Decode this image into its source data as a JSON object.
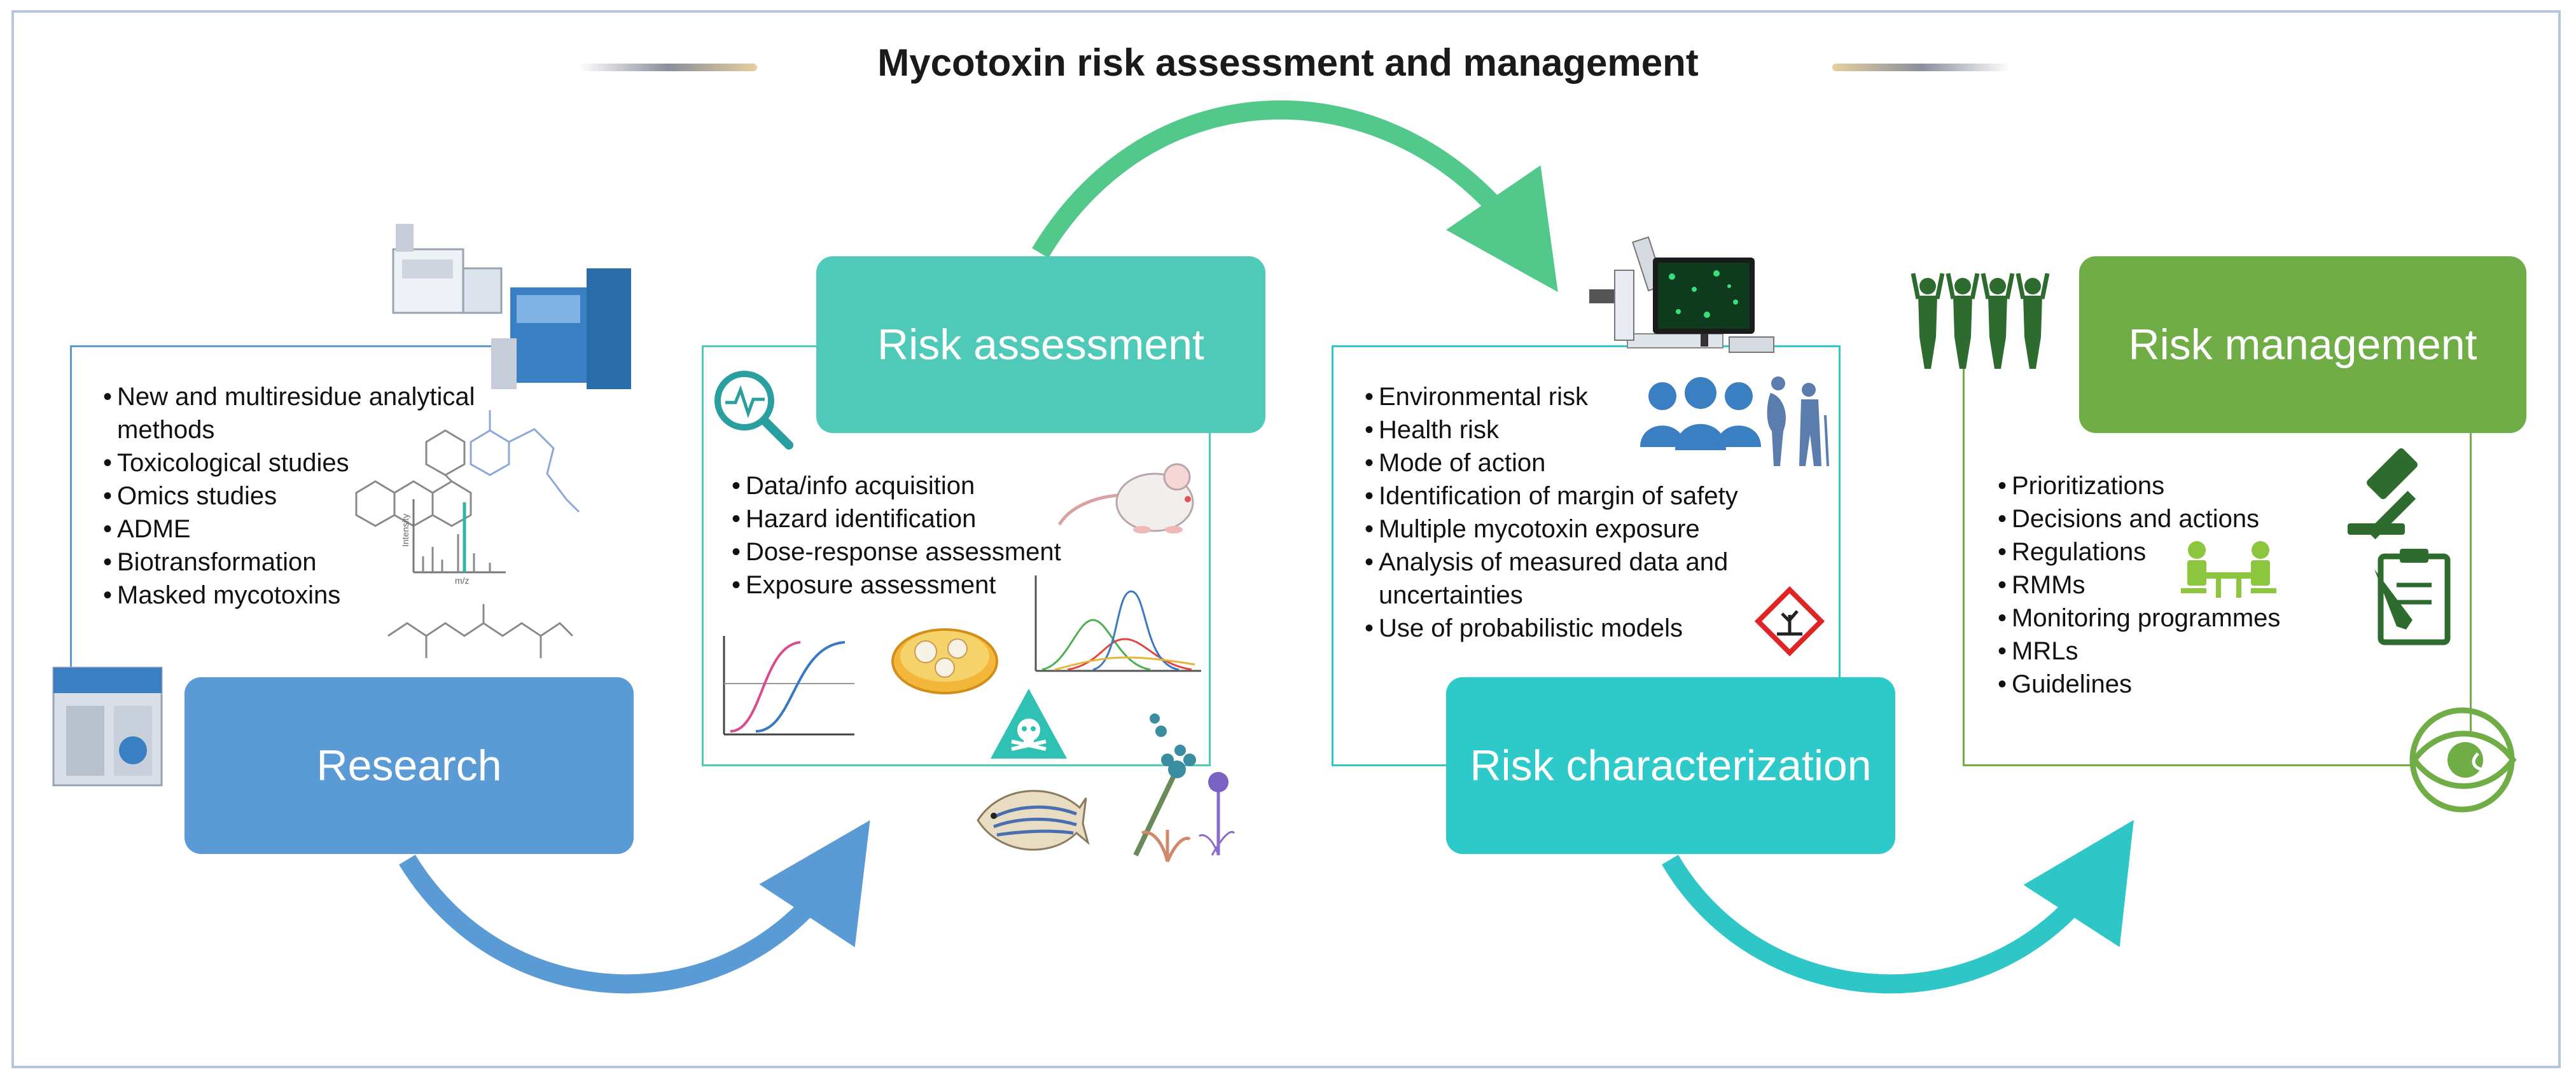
{
  "title": "Mycotoxin risk assessment and management",
  "colors": {
    "research": "#5b9bd5",
    "risk_assessment": "#4fc9b8",
    "risk_characterization": "#2ecac9",
    "risk_management": "#70ad47",
    "arrow_green": "#52c98a",
    "arrow_blue": "#5b9bd5",
    "arrow_teal": "#2fc6c7"
  },
  "stages": {
    "research": {
      "label": "Research",
      "items": [
        "New and multiresidue analytical methods",
        "Toxicological studies",
        "Omics studies",
        "ADME",
        "Biotransformation",
        "Masked mycotoxins"
      ]
    },
    "risk_assessment": {
      "label": "Risk assessment",
      "items": [
        "Data/info acquisition",
        "Hazard identification",
        "Dose-response assessment",
        "Exposure assessment"
      ]
    },
    "risk_characterization": {
      "label": "Risk characterization",
      "items": [
        "Environmental risk",
        "Health risk",
        "Mode of action",
        "Identification of margin of safety",
        "Multiple mycotoxin exposure",
        "Analysis of measured data and uncertainties",
        "Use of probabilistic models"
      ]
    },
    "risk_management": {
      "label": "Risk management",
      "items": [
        "Prioritizations",
        "Decisions and actions",
        "Regulations",
        "RMMs",
        "Monitoring programmes",
        "MRLs",
        "Guidelines"
      ]
    }
  },
  "icons": [
    "lab-instruments-icon",
    "chemical-structures-icon",
    "mass-spectrum-icon",
    "analyzer-icon",
    "magnifier-icon",
    "mouse-icon",
    "dose-response-curves-icon",
    "petri-dish-icon",
    "distribution-curves-icon",
    "toxic-hazard-icon",
    "zebrafish-icon",
    "fungi-icon",
    "microscope-icon",
    "people-group-icon",
    "environmental-hazard-icon",
    "crowd-icon",
    "gavel-icon",
    "clipboard-icon",
    "meeting-icon",
    "eye-icon"
  ],
  "spectrum_labels": {
    "y": "Intensity",
    "x": "m/z"
  }
}
